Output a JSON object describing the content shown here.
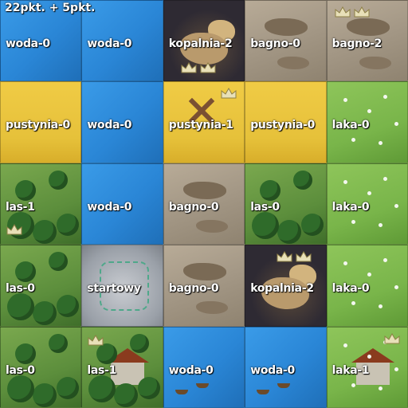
{
  "score_text": "22pkt. + 5pkt.",
  "tiles": [
    {
      "label": "woda-0",
      "terrain": "water",
      "crowns": 0
    },
    {
      "label": "woda-0",
      "terrain": "water",
      "crowns": 0
    },
    {
      "label": "kopalnia-2",
      "terrain": "mine",
      "crowns": 2
    },
    {
      "label": "bagno-0",
      "terrain": "swamp",
      "crowns": 0
    },
    {
      "label": "bagno-2",
      "terrain": "swamp",
      "crowns": 2
    },
    {
      "label": "pustynia-0",
      "terrain": "desert",
      "crowns": 0
    },
    {
      "label": "woda-0",
      "terrain": "water",
      "crowns": 0
    },
    {
      "label": "pustynia-1",
      "terrain": "desert",
      "crowns": 1
    },
    {
      "label": "pustynia-0",
      "terrain": "desert",
      "crowns": 0
    },
    {
      "label": "laka-0",
      "terrain": "meadow",
      "crowns": 0
    },
    {
      "label": "las-1",
      "terrain": "forest",
      "crowns": 1
    },
    {
      "label": "woda-0",
      "terrain": "water",
      "crowns": 0
    },
    {
      "label": "bagno-0",
      "terrain": "swamp",
      "crowns": 0
    },
    {
      "label": "las-0",
      "terrain": "forest",
      "crowns": 0
    },
    {
      "label": "laka-0",
      "terrain": "meadow",
      "crowns": 0
    },
    {
      "label": "las-0",
      "terrain": "forest",
      "crowns": 0
    },
    {
      "label": "startowy",
      "terrain": "start",
      "crowns": 0
    },
    {
      "label": "bagno-0",
      "terrain": "swamp",
      "crowns": 0
    },
    {
      "label": "kopalnia-2",
      "terrain": "mine",
      "crowns": 2
    },
    {
      "label": "laka-0",
      "terrain": "meadow",
      "crowns": 0
    },
    {
      "label": "las-0",
      "terrain": "forest",
      "crowns": 0
    },
    {
      "label": "las-1",
      "terrain": "forest",
      "crowns": 1
    },
    {
      "label": "woda-0",
      "terrain": "water",
      "crowns": 0
    },
    {
      "label": "woda-0",
      "terrain": "water",
      "crowns": 0
    },
    {
      "label": "laka-1",
      "terrain": "meadow",
      "crowns": 1
    }
  ],
  "terrain_colors": {
    "water": "#2a86d6",
    "mine": "#2e2a33",
    "swamp": "#a39785",
    "desert": "#e6c13a",
    "meadow": "#79b54a",
    "forest": "#5c8e3c",
    "start": "#9aa0a8"
  },
  "crown_color": "#e8e0b8",
  "crown_icon": "crown-icon"
}
